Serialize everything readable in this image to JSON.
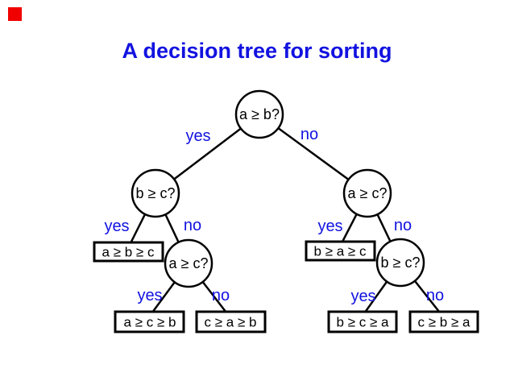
{
  "title": "A decision tree for sorting",
  "colors": {
    "background": "#ffffff",
    "title_text": "#1212e0",
    "branch_label_text": "#1212e0",
    "node_text": "#000000",
    "node_outline": "#000000",
    "node_fill": "#ffffff",
    "corner_marker": "#f00000"
  },
  "tree": {
    "nodes": [
      {
        "id": "root",
        "question": "a ≥ b?"
      },
      {
        "id": "left",
        "question": "b ≥ c?"
      },
      {
        "id": "right",
        "question": "a ≥ c?"
      },
      {
        "id": "left-inner",
        "question": "a ≥ c?"
      },
      {
        "id": "right-inner",
        "question": "b ≥ c?"
      }
    ],
    "leaves": [
      {
        "id": "leaf-abc",
        "result": "a ≥ b ≥ c"
      },
      {
        "id": "leaf-acb",
        "result": "a ≥ c ≥ b"
      },
      {
        "id": "leaf-cab",
        "result": "c ≥ a ≥ b"
      },
      {
        "id": "leaf-bac",
        "result": "b ≥ a ≥ c"
      },
      {
        "id": "leaf-bca",
        "result": "b ≥ c ≥ a"
      },
      {
        "id": "leaf-cba",
        "result": "c ≥ b ≥ a"
      }
    ],
    "branch_labels": {
      "yes": "yes",
      "no": "no"
    }
  }
}
